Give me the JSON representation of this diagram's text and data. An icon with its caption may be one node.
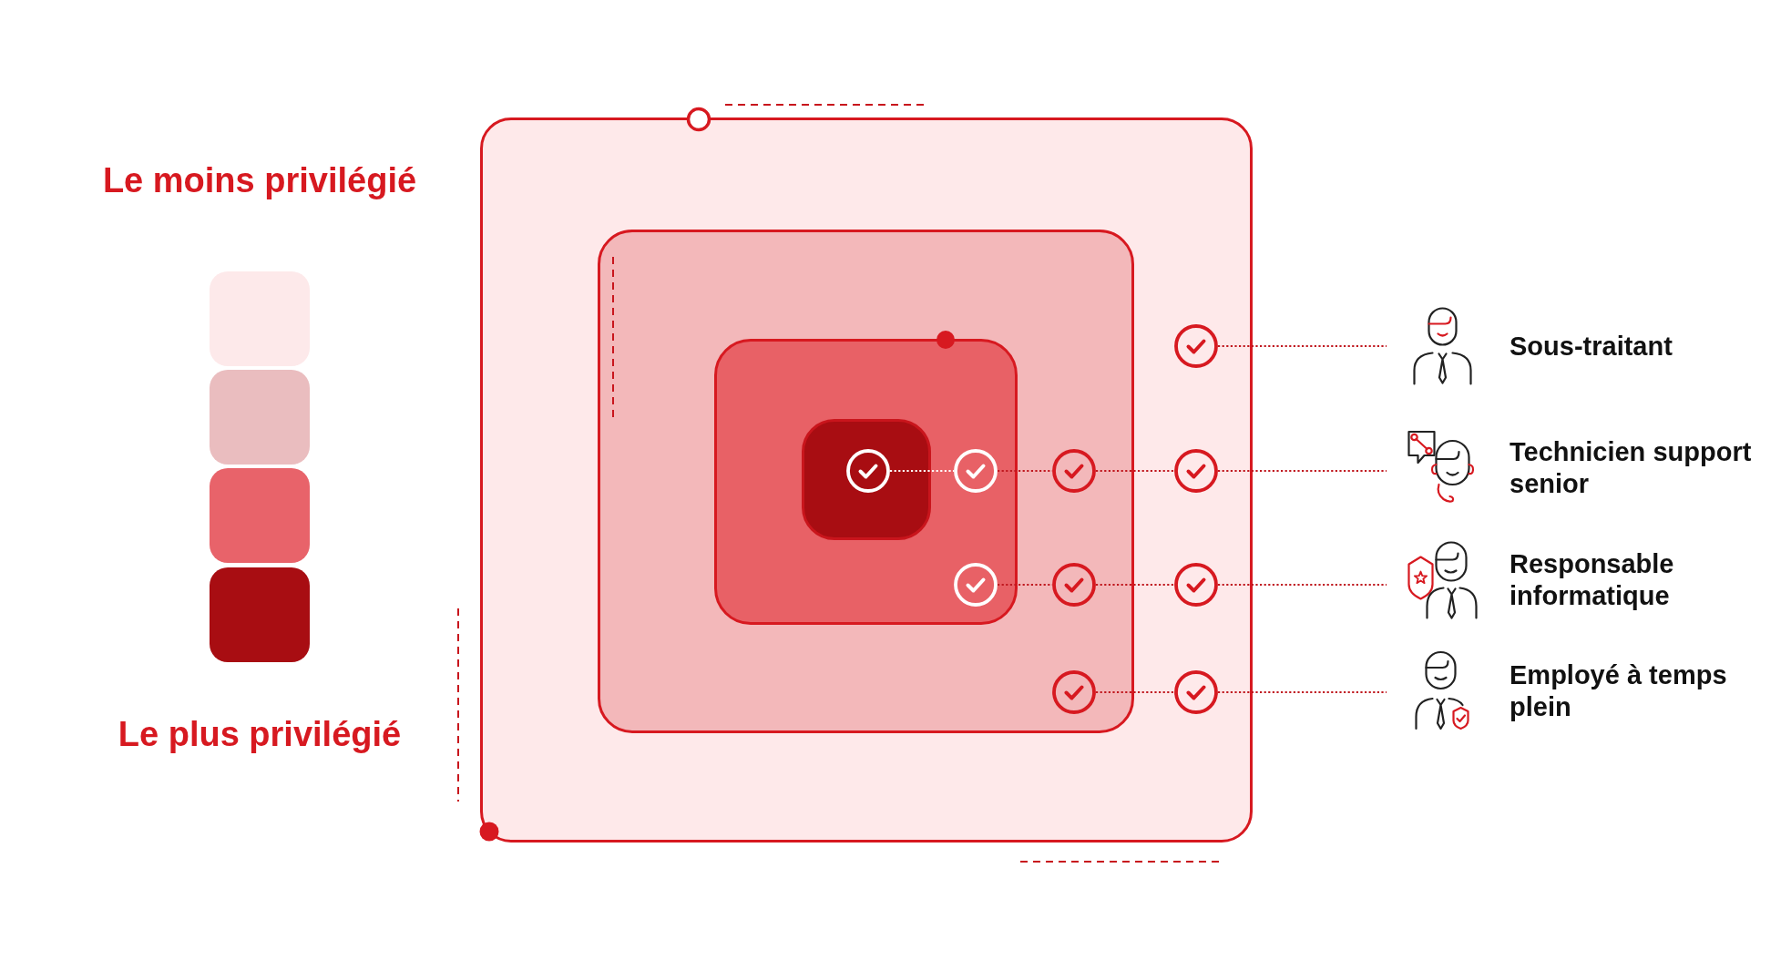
{
  "diagram": {
    "nodes": [
      {
        "text": [],
        "shape": "box"
      },
      {
        "text": [],
        "shape": "box",
        "in": 0
      },
      {
        "text": [],
        "shape": "box",
        "in": 1
      },
      {
        "text": [],
        "shape": "box",
        "in": 2
      },
      {
        "text": [],
        "shape": "circle",
        "in": 0
      },
      {
        "text": [
          "Sous-traitant"
        ]
      },
      {
        "text": [],
        "shape": "circle",
        "in": 3
      },
      {
        "text": [],
        "shape": "circle",
        "in": 2
      },
      {
        "text": [],
        "shape": "circle",
        "in": 1
      },
      {
        "text": [],
        "shape": "circle",
        "in": 0
      },
      {
        "text": [
          "Technicien support senior"
        ]
      },
      {
        "text": [],
        "shape": "circle",
        "in": 2
      },
      {
        "text": [],
        "shape": "circle",
        "in": 1
      },
      {
        "text": [],
        "shape": "circle",
        "in": 0
      },
      {
        "text": [
          "Responsable informatique"
        ]
      },
      {
        "text": [],
        "shape": "circle",
        "in": 1
      },
      {
        "text": [],
        "shape": "circle",
        "in": 0
      },
      {
        "text": [
          "Employé à temps plein"
        ]
      }
    ],
    "edges": [
      {
        "from": 4,
        "to": 5,
        "arrow": "none"
      },
      {
        "from": 6,
        "to": 7,
        "arrow": "none",
        "color": "#ffffff"
      },
      {
        "from": 7,
        "to": 8,
        "arrow": "none"
      },
      {
        "from": 8,
        "to": 9,
        "arrow": "none"
      },
      {
        "from": 9,
        "to": 10,
        "arrow": "none"
      },
      {
        "from": 11,
        "to": 12,
        "arrow": "none"
      },
      {
        "from": 12,
        "to": 13,
        "arrow": "none"
      },
      {
        "from": 13,
        "to": 14,
        "arrow": "none"
      },
      {
        "from": 15,
        "to": 16,
        "arrow": "none"
      },
      {
        "from": 16,
        "to": 17,
        "arrow": "none"
      }
    ],
    "legend": [
      {
        "text": "Le moins privilégié",
        "color": "#fde9ea"
      },
      {
        "text": "Le plus privilégié",
        "color": "#a80d12"
      }
    ]
  }
}
